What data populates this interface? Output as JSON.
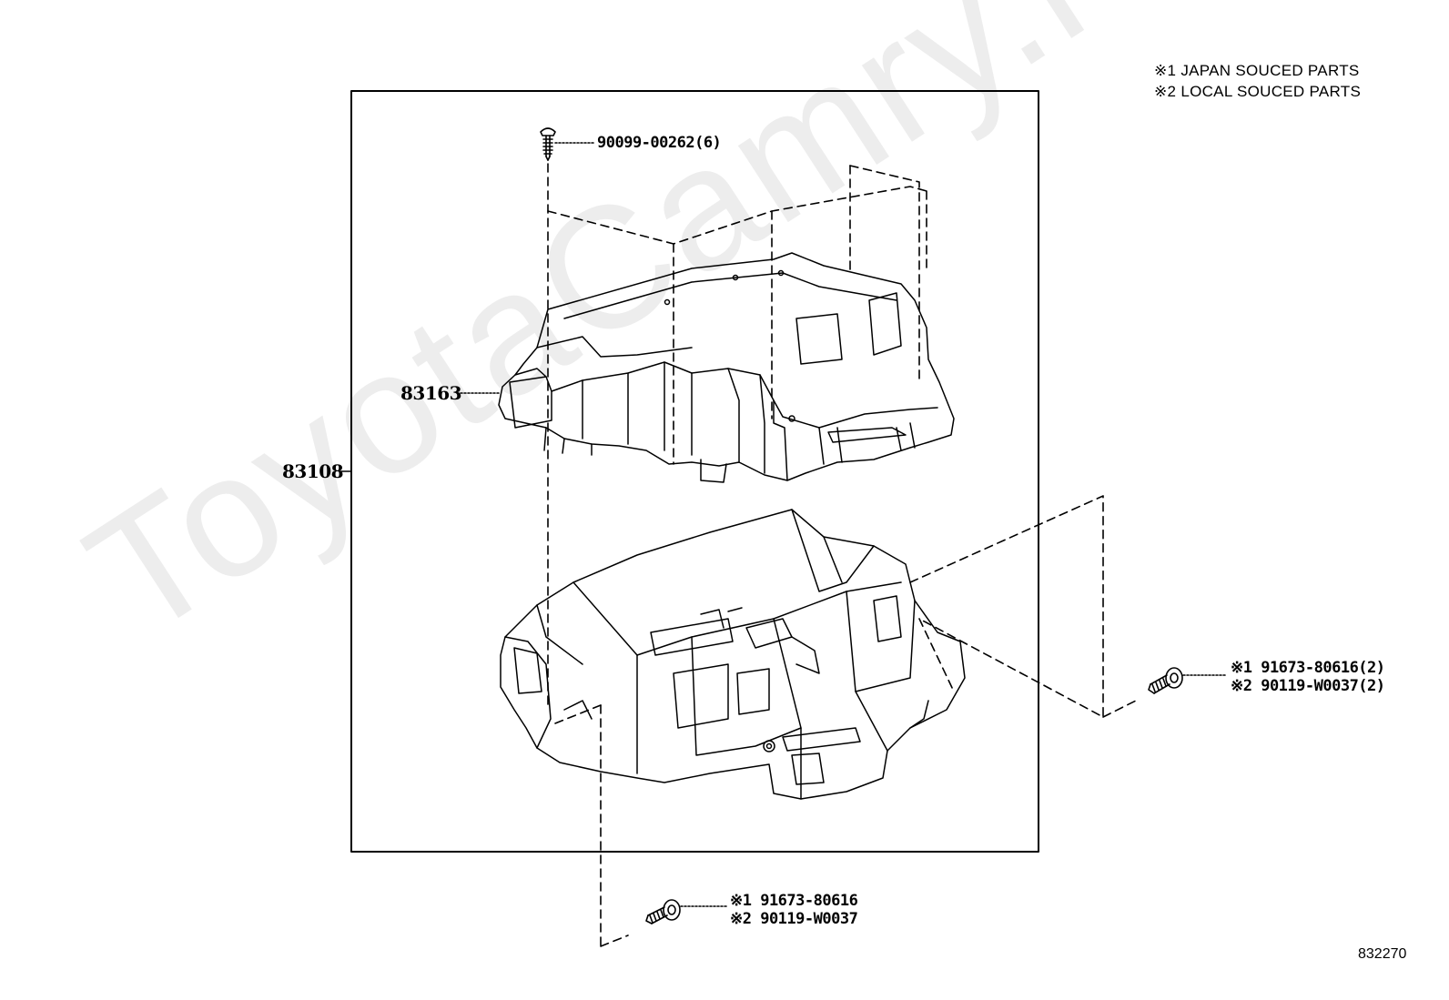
{
  "notes": {
    "line1": "※1 JAPAN SOUCED PARTS",
    "line2": "※2 LOCAL SOUCED PARTS"
  },
  "callouts": {
    "screw_top": "90099-00262(6)",
    "upper_housing": "83163",
    "assembly": "83108",
    "right_bolt_1": "※1 91673-80616(2)",
    "right_bolt_2": "※2 90119-W0037(2)",
    "bottom_bolt_1": "※1 91673-80616",
    "bottom_bolt_2": "※2 90119-W0037"
  },
  "watermark": "ToyotaCamry.ru",
  "ref_number": "832270"
}
